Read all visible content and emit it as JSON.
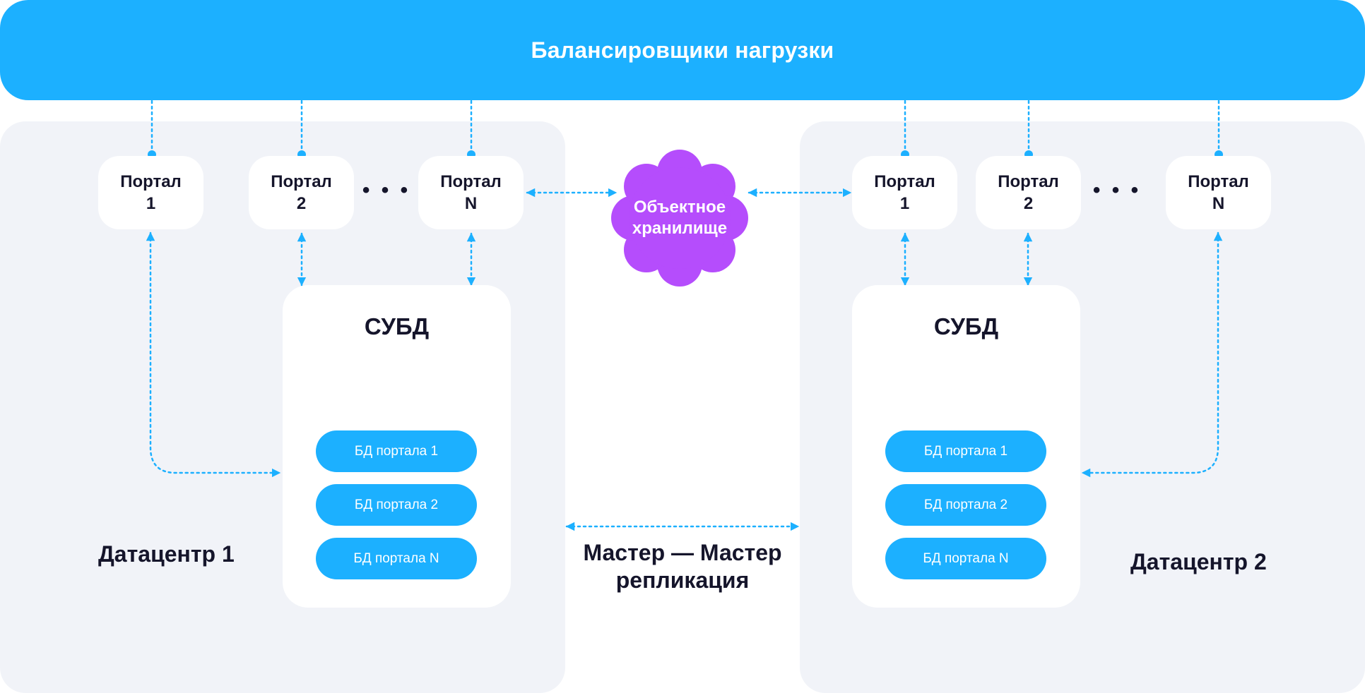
{
  "load_balancer": {
    "title": "Балансировщики нагрузки"
  },
  "object_storage": {
    "line1": "Объектное",
    "line2": "хранилище"
  },
  "replication": {
    "line1": "Мастер — Мастер",
    "line2": "репликация"
  },
  "ellipsis": "• • •",
  "datacenters": [
    {
      "label": "Датацентр 1",
      "portals": [
        {
          "word": "Портал",
          "num": "1"
        },
        {
          "word": "Портал",
          "num": "2"
        },
        {
          "word": "Портал",
          "num": "N"
        }
      ],
      "dbms": {
        "title": "СУБД",
        "databases": [
          "БД портала 1",
          "БД портала 2",
          "БД портала N"
        ]
      }
    },
    {
      "label": "Датацентр 2",
      "portals": [
        {
          "word": "Портал",
          "num": "1"
        },
        {
          "word": "Портал",
          "num": "2"
        },
        {
          "word": "Портал",
          "num": "N"
        }
      ],
      "dbms": {
        "title": "СУБД",
        "databases": [
          "БД портала 1",
          "БД портала 2",
          "БД портала N"
        ]
      }
    }
  ],
  "colors": {
    "accent_blue": "#1cb0ff",
    "storage_purple": "#b54dfc",
    "panel_bg": "#f1f3f8",
    "text_dark": "#15152b"
  }
}
